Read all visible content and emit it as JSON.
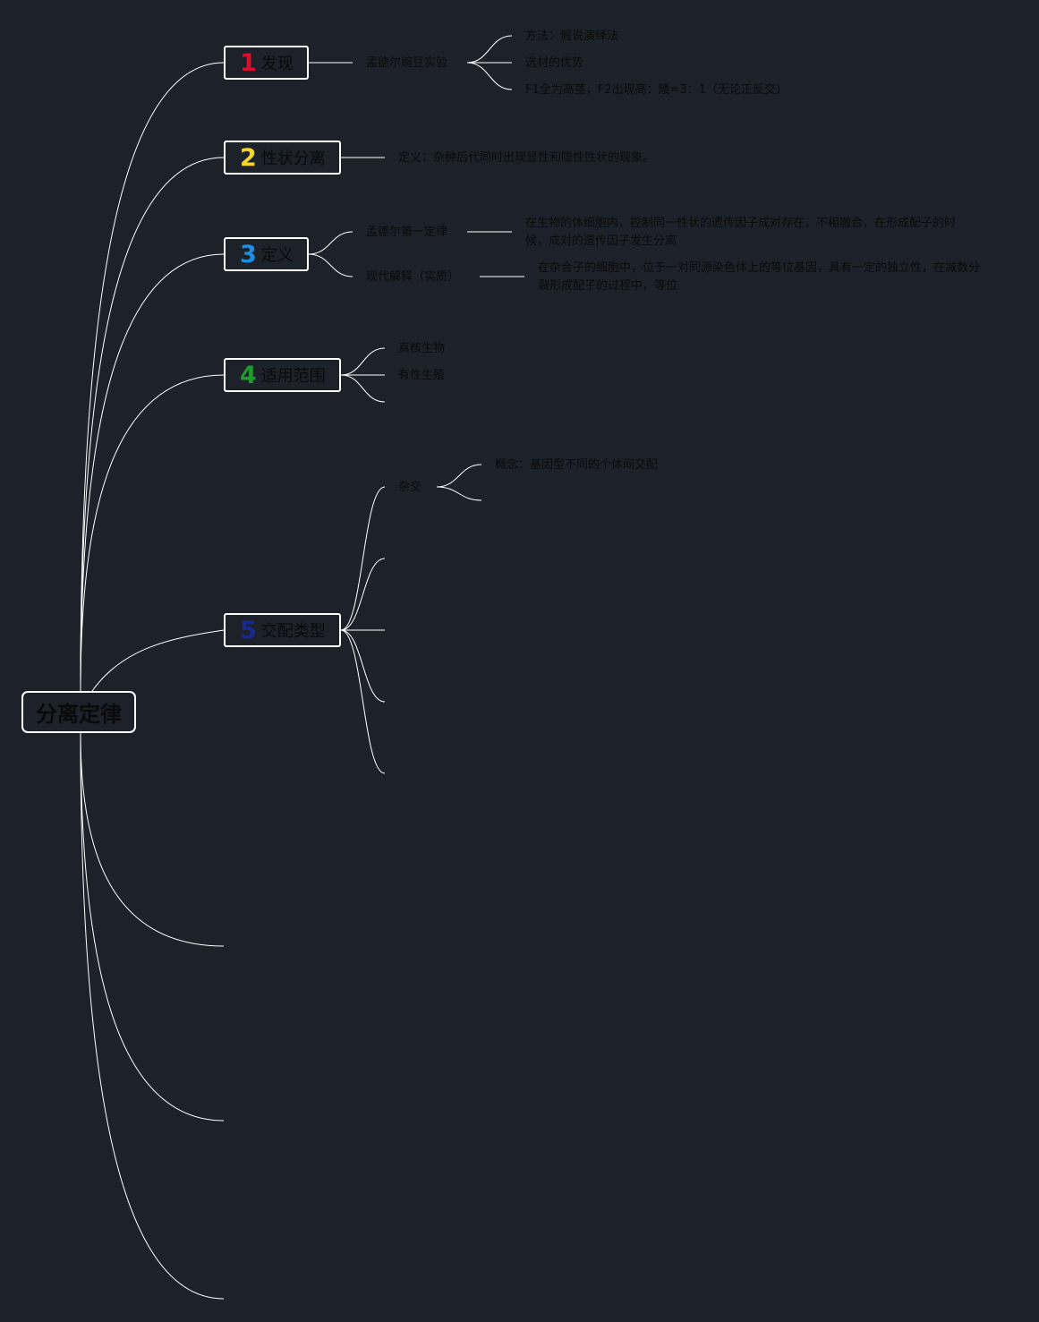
{
  "root": {
    "label": "分离定律"
  },
  "branches": [
    {
      "num": "1",
      "num_color": "#d8102c",
      "label": "发现",
      "child": "孟德尔豌豆实验",
      "leaves": [
        "方法：假说演绎法",
        "选材的优势",
        "F1全为高茎，F2出现高：矮=3：1（无论正反交）"
      ]
    },
    {
      "num": "2",
      "num_color": "#f2d531",
      "label": "性状分离",
      "leaves": [
        "定义：杂种后代同时出现显性和隐性性状的现象。"
      ]
    },
    {
      "num": "3",
      "num_color": "#1c8fe3",
      "label": "定义",
      "children": [
        {
          "label": "孟德尔第一定律",
          "detail": "在生物的体细胞内，控制同一性状的遗传因子成对存在，不相融合，在形成配子的时候，成对的遗传因子发生分离"
        },
        {
          "label": "现代解释（实质）",
          "detail": "在杂合子的细胞中，位于一对同源染色体上的等位基因，具有一定的独立性，在减数分裂形成配子的过程中，等位"
        }
      ]
    },
    {
      "num": "4",
      "num_color": "#1f9a2d",
      "label": "适用范围",
      "leaves": [
        "真核生物",
        "有性生殖"
      ]
    },
    {
      "num": "5",
      "num_color": "#1a2a8c",
      "label": "交配类型",
      "child": "杂交",
      "leaves": [
        "概念：基因型不同的个体间交配"
      ]
    }
  ],
  "colors": {
    "background": "#1d212a",
    "line": "#ffffff",
    "text": "#0b0b0b"
  }
}
